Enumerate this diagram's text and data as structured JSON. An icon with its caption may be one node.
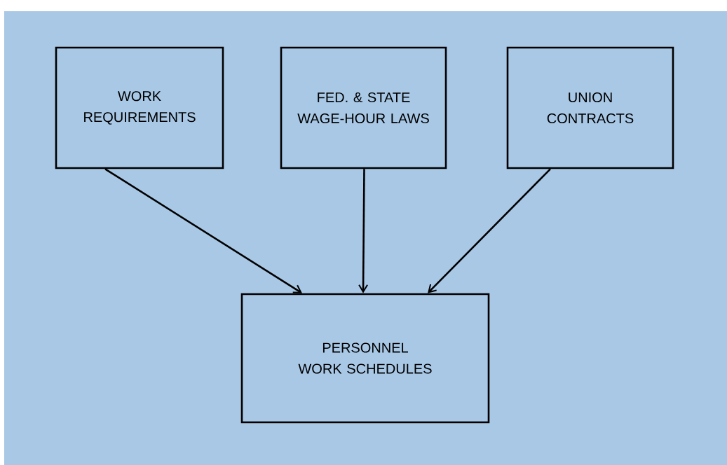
{
  "diagram": {
    "nodes": [
      {
        "text": [
          "WORK REQUIREMENTS"
        ]
      },
      {
        "text": [
          "FED. & STATE WAGE-HOUR LAWS"
        ]
      },
      {
        "text": [
          "UNION CONTRACTS"
        ]
      },
      {
        "text": [
          "PERSONNEL WORK SCHEDULES"
        ]
      }
    ],
    "edges": [
      {
        "from": 0,
        "to": 3,
        "arrow": "to"
      },
      {
        "from": 1,
        "to": 3,
        "arrow": "to"
      },
      {
        "from": 2,
        "to": 3,
        "arrow": "to"
      }
    ]
  }
}
